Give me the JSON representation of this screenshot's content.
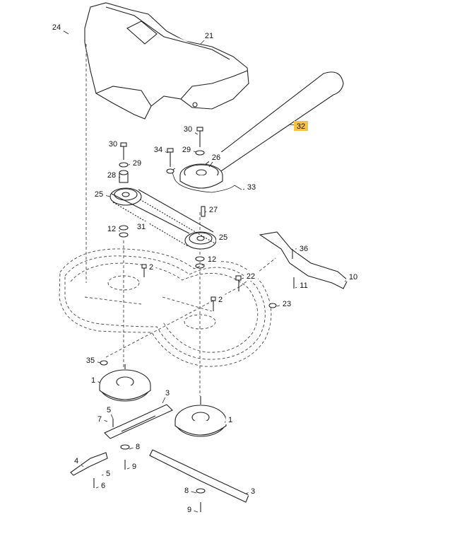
{
  "diagram": {
    "callouts": [
      {
        "id": "c24",
        "label": "24"
      },
      {
        "id": "c21",
        "label": "21"
      },
      {
        "id": "c32",
        "label": "32",
        "highlight": true
      },
      {
        "id": "c30a",
        "label": "30"
      },
      {
        "id": "c30b",
        "label": "30"
      },
      {
        "id": "c29a",
        "label": "29"
      },
      {
        "id": "c29b",
        "label": "29"
      },
      {
        "id": "c34",
        "label": "34"
      },
      {
        "id": "c26",
        "label": "26"
      },
      {
        "id": "c28",
        "label": "28"
      },
      {
        "id": "c33",
        "label": "33"
      },
      {
        "id": "c25a",
        "label": "25"
      },
      {
        "id": "c25b",
        "label": "25"
      },
      {
        "id": "c27",
        "label": "27"
      },
      {
        "id": "c12a",
        "label": "12"
      },
      {
        "id": "c31",
        "label": "31"
      },
      {
        "id": "c36",
        "label": "36"
      },
      {
        "id": "c12b",
        "label": "12"
      },
      {
        "id": "c2a",
        "label": "2"
      },
      {
        "id": "c22",
        "label": "22"
      },
      {
        "id": "c10",
        "label": "10"
      },
      {
        "id": "c11",
        "label": "11"
      },
      {
        "id": "c2b",
        "label": "2"
      },
      {
        "id": "c23",
        "label": "23"
      },
      {
        "id": "c35",
        "label": "35"
      },
      {
        "id": "c1a",
        "label": "1"
      },
      {
        "id": "c3a",
        "label": "3"
      },
      {
        "id": "c5a",
        "label": "5"
      },
      {
        "id": "c7",
        "label": "7"
      },
      {
        "id": "c1b",
        "label": "1"
      },
      {
        "id": "c8a",
        "label": "8"
      },
      {
        "id": "c4",
        "label": "4"
      },
      {
        "id": "c5b",
        "label": "5"
      },
      {
        "id": "c9a",
        "label": "9"
      },
      {
        "id": "c6",
        "label": "6"
      },
      {
        "id": "c8b",
        "label": "8"
      },
      {
        "id": "c3b",
        "label": "3"
      },
      {
        "id": "c9b",
        "label": "9"
      }
    ],
    "highlight_color": "#f5c242"
  }
}
